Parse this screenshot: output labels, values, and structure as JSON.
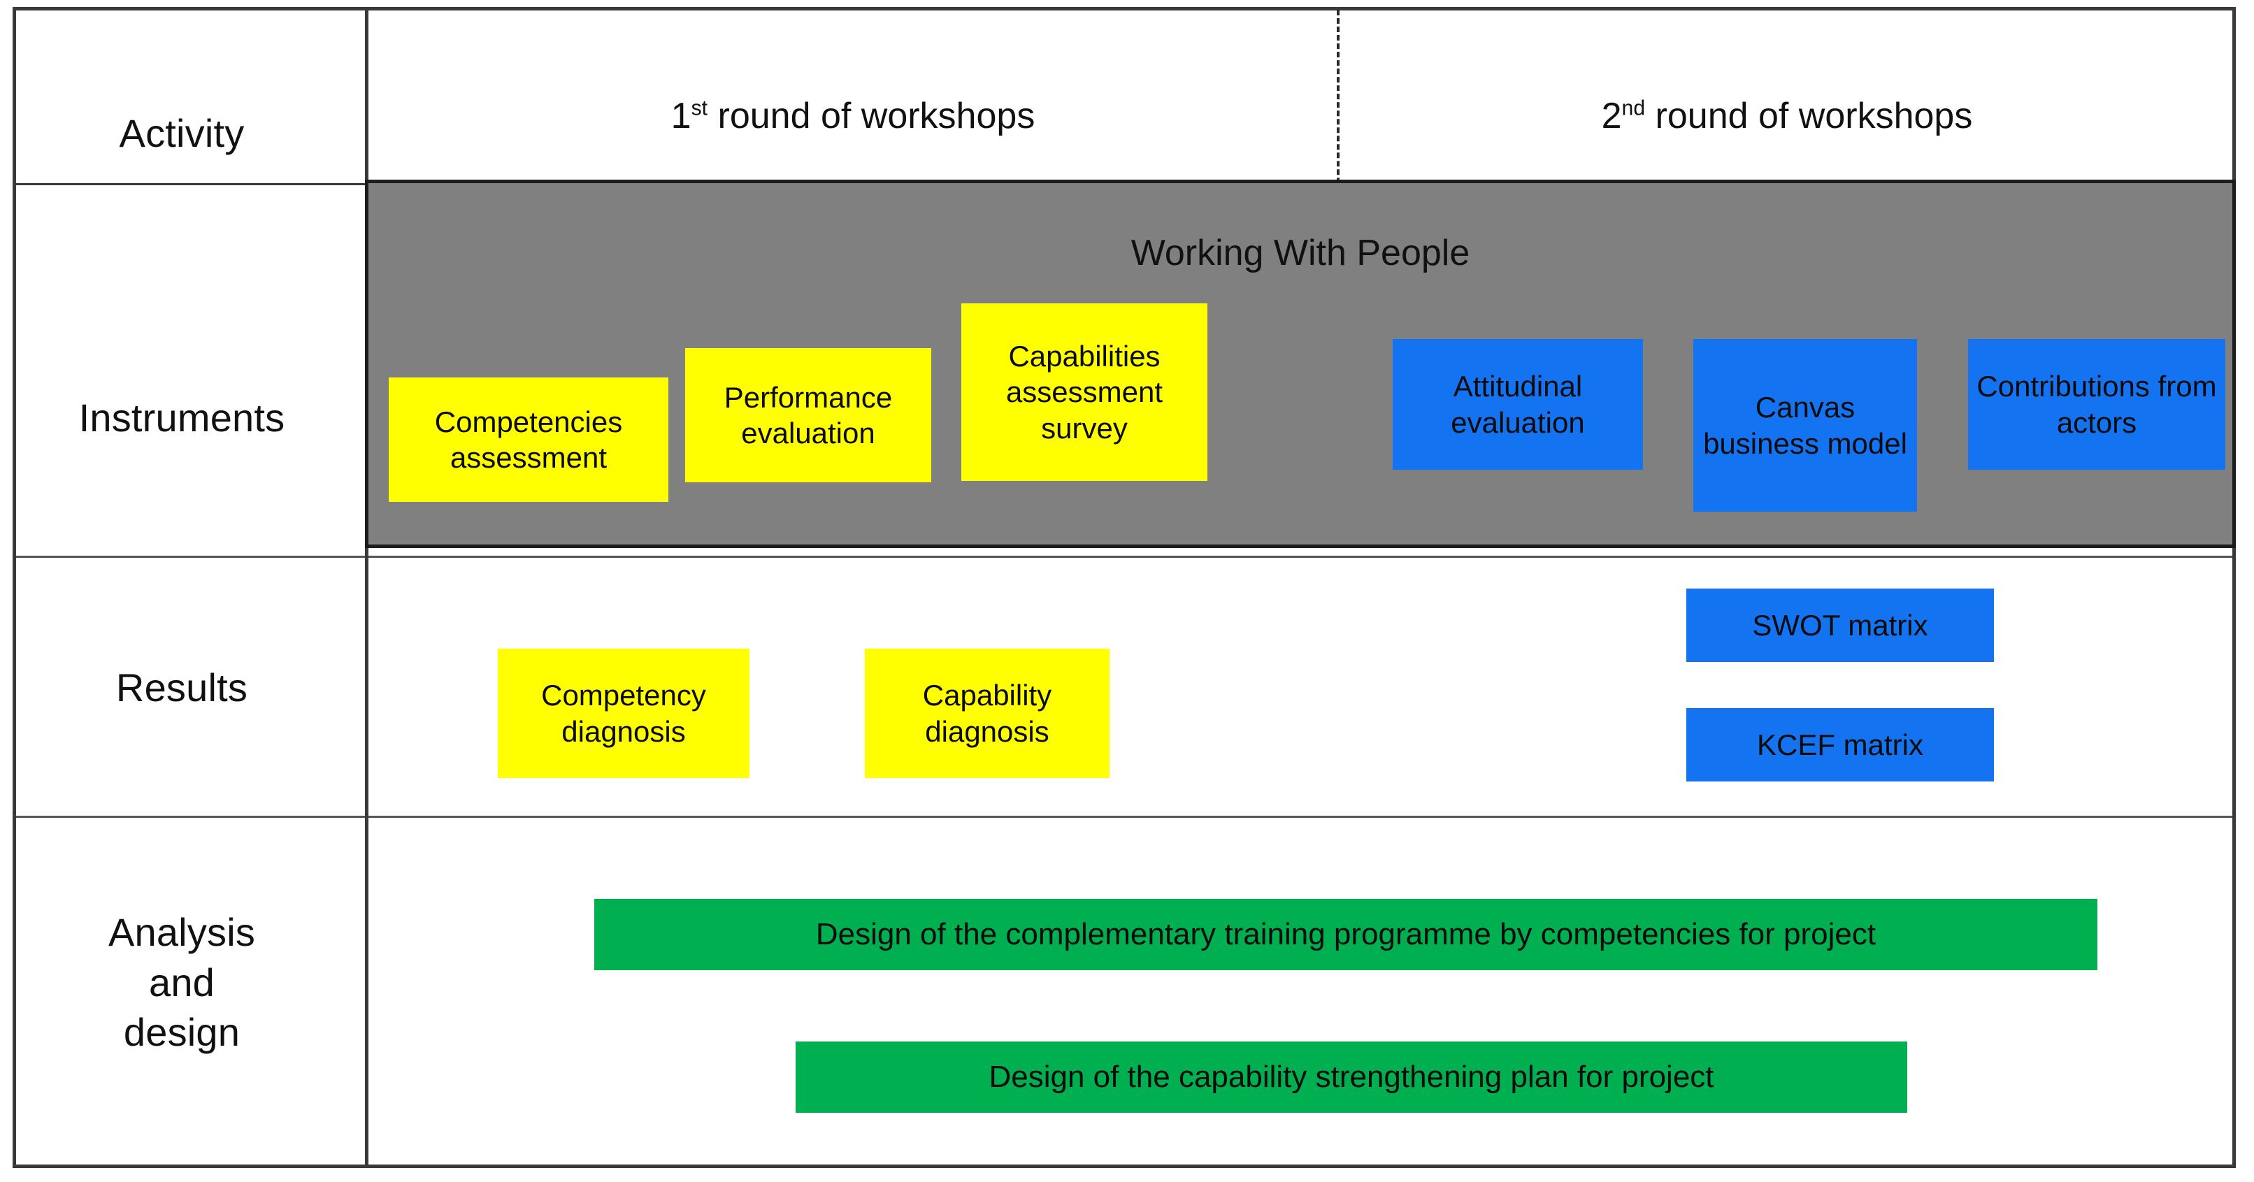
{
  "diagram": {
    "title": "Working With People",
    "accent_colors": {
      "yellow": "#FFFF00",
      "blue": "#1473F0",
      "green": "#00B050",
      "gray_band": "#808080",
      "arrow_navy": "#1F3864",
      "frame": "#3A3A3A"
    }
  },
  "rows": {
    "activity": "Activity",
    "instruments": "Instruments",
    "results": "Results",
    "analysis_line1": "Analysis",
    "analysis_line2": "and",
    "analysis_line3": "design"
  },
  "columns": {
    "first": {
      "ordinal": "1",
      "suffix": "st",
      "rest": " round of workshops"
    },
    "second": {
      "ordinal": "2",
      "suffix": "nd",
      "rest": " round of workshops"
    }
  },
  "band": {
    "label": "Working With People"
  },
  "instruments": {
    "round1": [
      {
        "id": "competencies-assessment",
        "label": "Competencies assessment",
        "color": "yellow"
      },
      {
        "id": "performance-evaluation",
        "label": "Performance evaluation",
        "color": "yellow"
      },
      {
        "id": "capabilities-assessment-survey",
        "label": "Capabilities assessment survey",
        "color": "yellow"
      }
    ],
    "round2": [
      {
        "id": "attitudinal-evaluation",
        "label": "Attitudinal evaluation",
        "color": "blue"
      },
      {
        "id": "canvas-business-model",
        "label": "Canvas business model",
        "color": "blue"
      },
      {
        "id": "contributions-from-actors",
        "label": "Contributions from actors",
        "color": "blue"
      }
    ]
  },
  "results": [
    {
      "id": "competency-diagnosis",
      "label": "Competency diagnosis",
      "color": "yellow"
    },
    {
      "id": "capability-diagnosis",
      "label": "Capability diagnosis",
      "color": "yellow"
    },
    {
      "id": "swot-matrix",
      "label": "SWOT matrix",
      "color": "blue"
    },
    {
      "id": "kcef-matrix",
      "label": "KCEF matrix",
      "color": "blue"
    }
  ],
  "analysis_design": [
    {
      "id": "training-programme-design",
      "label": "Design of the complementary training programme by competencies for project",
      "color": "green"
    },
    {
      "id": "capability-plan-design",
      "label": "Design of the capability strengthening plan for project",
      "color": "green"
    }
  ],
  "flows": [
    {
      "from": "competencies-assessment",
      "to": "competency-diagnosis"
    },
    {
      "from": "performance-evaluation",
      "to": "competency-diagnosis"
    },
    {
      "from": "performance-evaluation",
      "to": "capability-diagnosis"
    },
    {
      "from": "capabilities-assessment-survey",
      "to": "capability-diagnosis"
    },
    {
      "from": "attitudinal-evaluation",
      "to": "swot-matrix"
    },
    {
      "from": "canvas-business-model",
      "to": "swot-matrix"
    },
    {
      "from": "contributions-from-actors",
      "to": "swot-matrix"
    },
    {
      "from": "swot-matrix",
      "to": "kcef-matrix"
    },
    {
      "from": "competency-diagnosis",
      "to": "training-programme-design"
    },
    {
      "from": "capability-diagnosis",
      "to": "training-programme-design"
    },
    {
      "from": "kcef-matrix",
      "to": "training-programme-design"
    },
    {
      "from": "training-programme-design",
      "to": "capability-plan-design"
    }
  ]
}
